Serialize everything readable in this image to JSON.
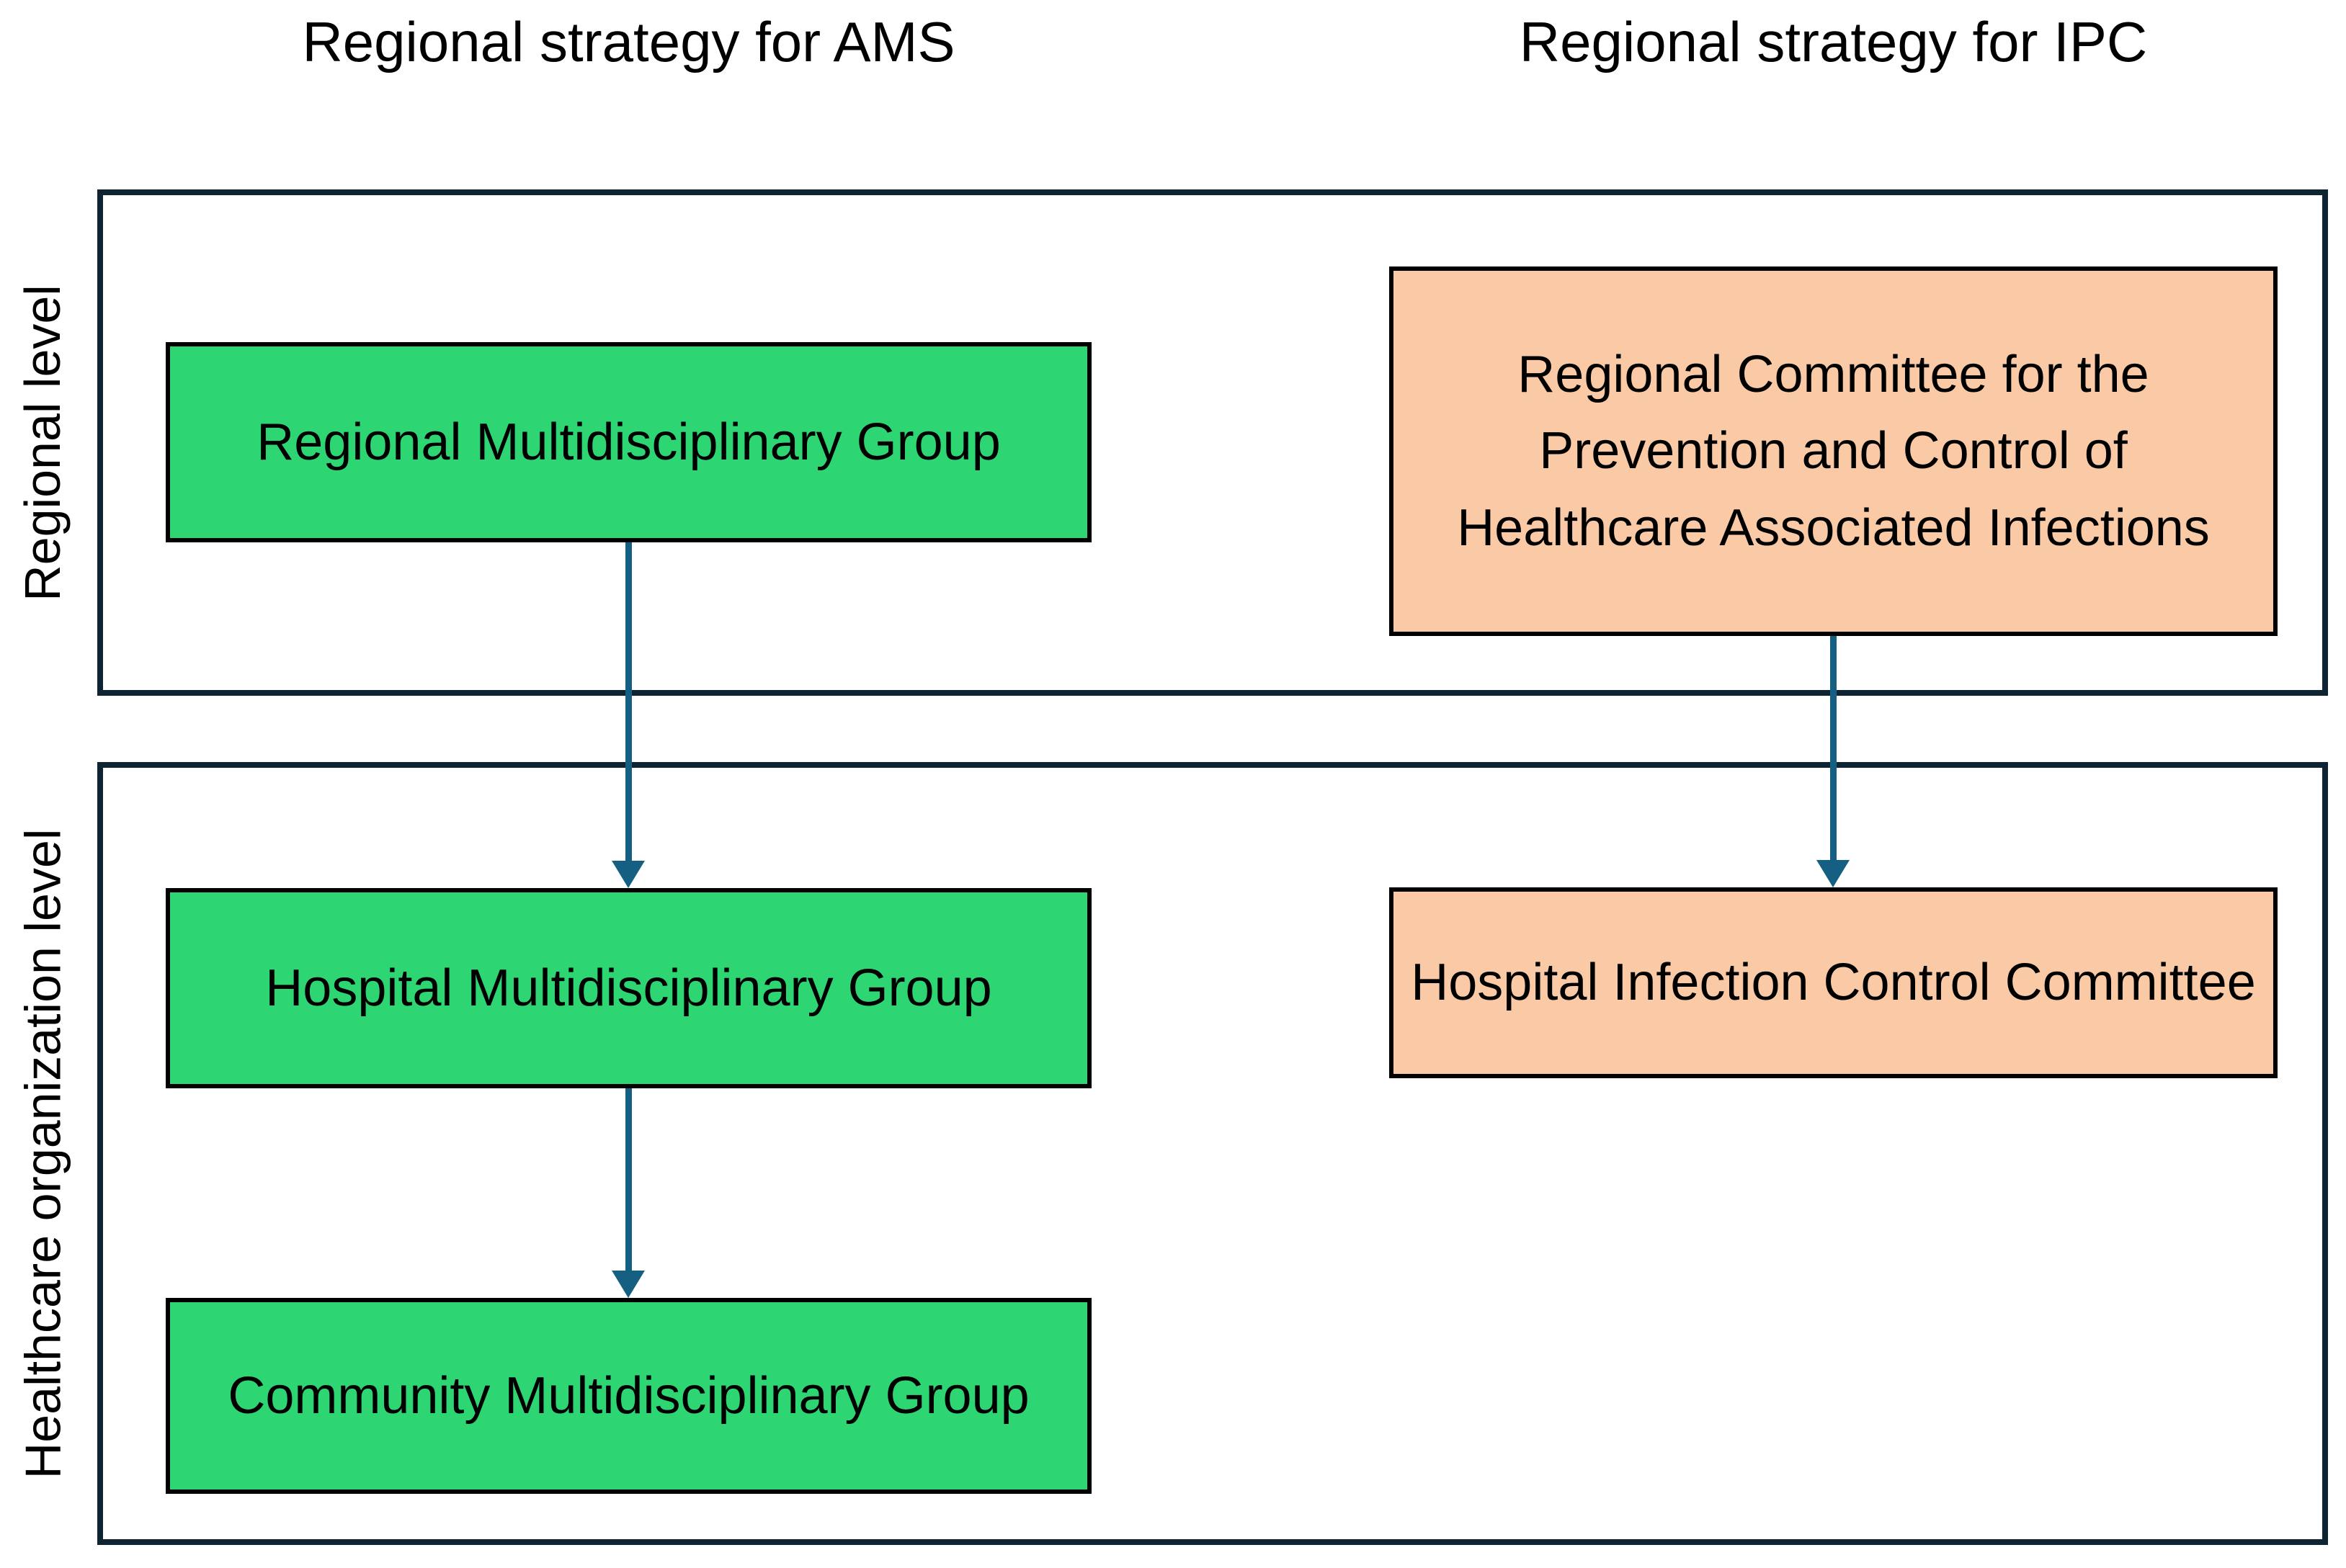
{
  "diagram": {
    "column_headers": {
      "ams": "Regional strategy for AMS",
      "ipc": "Regional strategy for IPC"
    },
    "band_labels": {
      "regional": "Regional level",
      "healthcare_org": "Healthcare organization level"
    },
    "nodes": {
      "regional_mdg": "Regional Multidisciplinary Group",
      "regional_committee": "Regional Committee for the Prevention and Control of Healthcare Associated Infections",
      "hospital_mdg": "Hospital Multidisciplinary Group",
      "hospital_icc": "Hospital Infection Control Committee",
      "community_mdg": "Community Multidisciplinary Group"
    },
    "arrows": [
      {
        "from": "Regional Multidisciplinary Group",
        "to": "Hospital Multidisciplinary Group"
      },
      {
        "from": "Hospital Multidisciplinary Group",
        "to": "Community Multidisciplinary Group"
      },
      {
        "from": "Regional Committee for the Prevention and Control of Healthcare Associated Infections",
        "to": "Hospital Infection Control Committee"
      }
    ],
    "colors": {
      "ams_node_fill": "#2ed573",
      "ipc_node_fill": "#fac9a5",
      "node_border": "#000000",
      "band_border": "#0e2433",
      "arrow": "#156082",
      "text": "#000000",
      "background": "#ffffff"
    }
  }
}
